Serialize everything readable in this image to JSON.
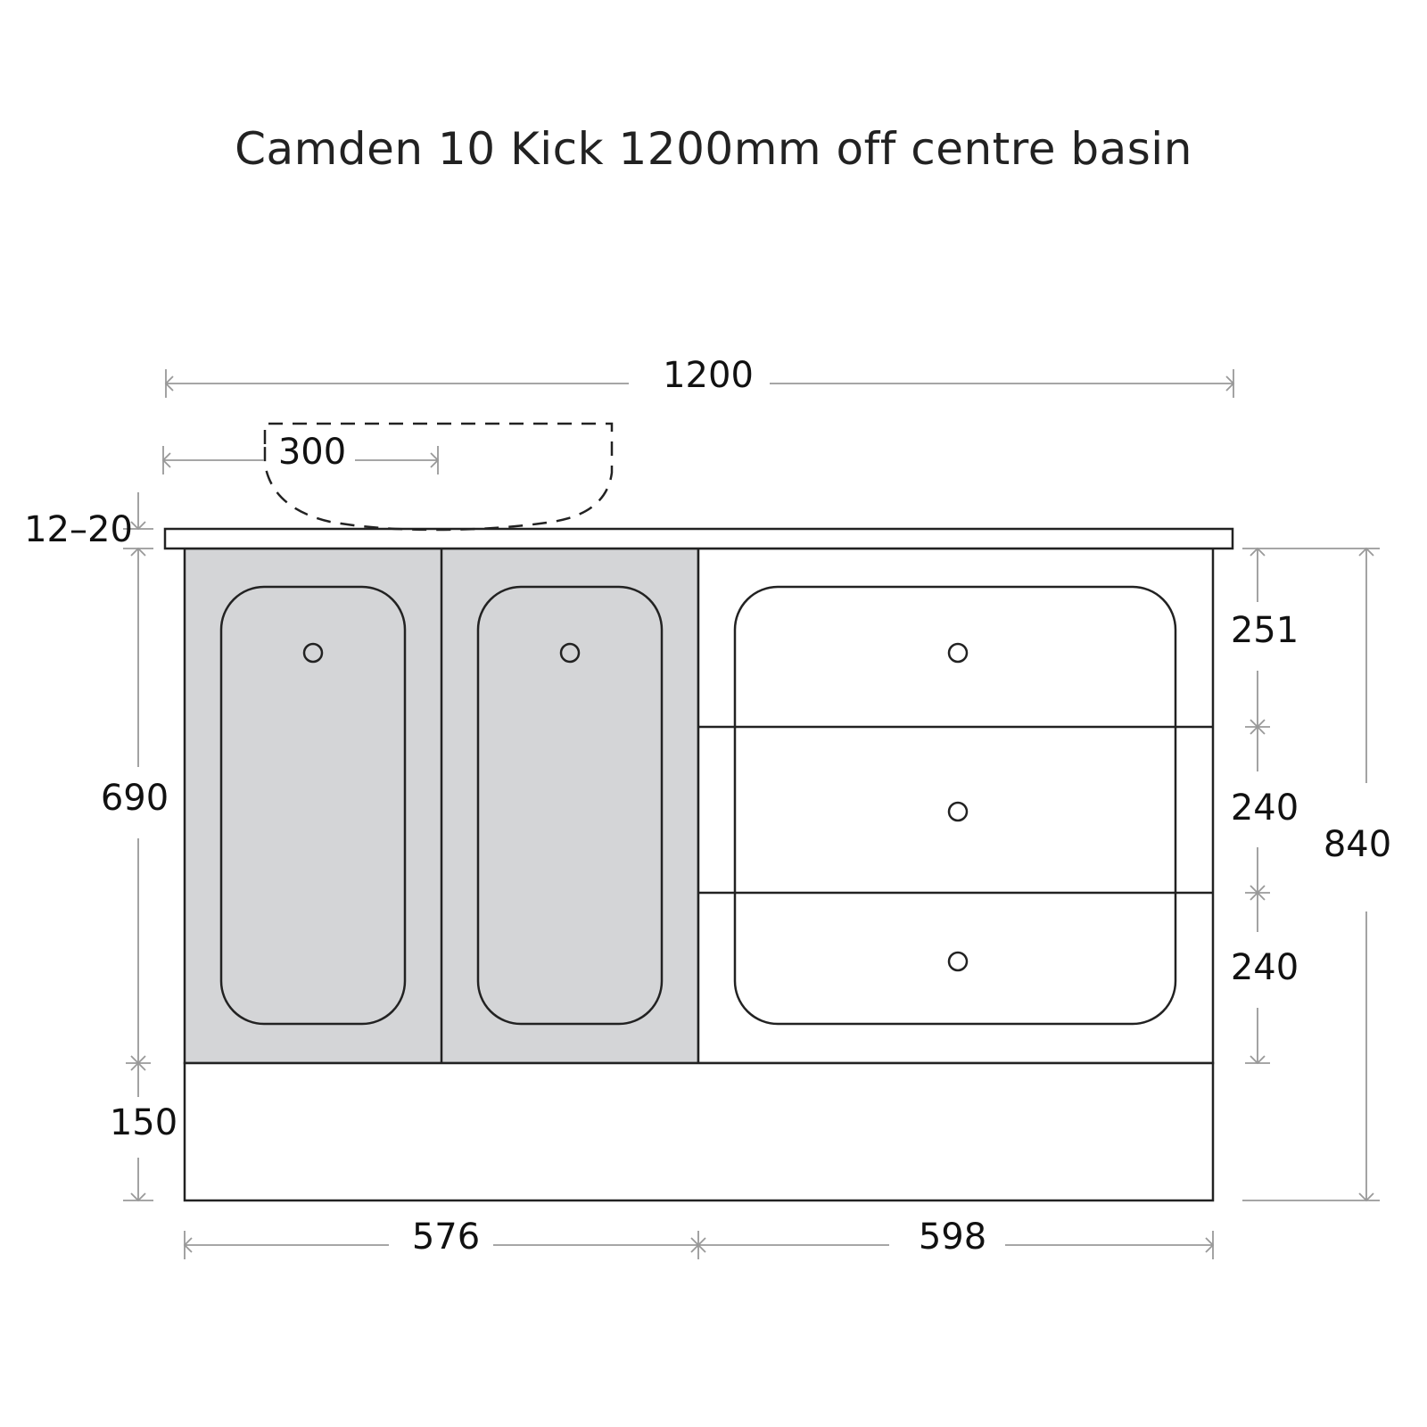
{
  "title": "Camden 10 Kick 1200mm off centre basin",
  "dimensions": {
    "overall_width": "1200",
    "basin_offset": "300",
    "top_thickness": "12–20",
    "carcass_height": "690",
    "kick_height": "150",
    "overall_height": "840",
    "drawer_1": "251",
    "drawer_2": "240",
    "drawer_3": "240",
    "door_section_width": "576",
    "drawer_section_width": "598"
  },
  "colors": {
    "outline": "#222222",
    "door_fill": "#d4d5d7",
    "dimension_line": "#999999",
    "text": "#111111"
  }
}
